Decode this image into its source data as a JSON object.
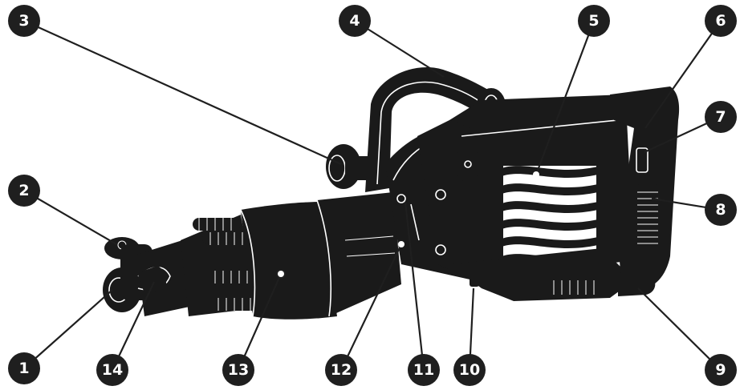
{
  "diagram": {
    "callouts": [
      {
        "id": "callout-1",
        "number": "1"
      },
      {
        "id": "callout-2",
        "number": "2"
      },
      {
        "id": "callout-3",
        "number": "3"
      },
      {
        "id": "callout-4",
        "number": "4"
      },
      {
        "id": "callout-5",
        "number": "5"
      },
      {
        "id": "callout-6",
        "number": "6"
      },
      {
        "id": "callout-7",
        "number": "7"
      },
      {
        "id": "callout-8",
        "number": "8"
      },
      {
        "id": "callout-9",
        "number": "9"
      },
      {
        "id": "callout-10",
        "number": "10"
      },
      {
        "id": "callout-11",
        "number": "11"
      },
      {
        "id": "callout-12",
        "number": "12"
      },
      {
        "id": "callout-13",
        "number": "13"
      },
      {
        "id": "callout-14",
        "number": "14"
      }
    ]
  }
}
